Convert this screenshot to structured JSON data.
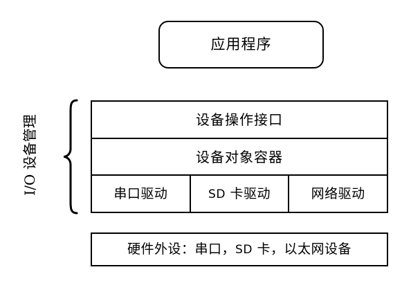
{
  "diagram": {
    "title_box": {
      "label": "应用程序"
    },
    "side_label": {
      "text": "I/O 设备管理"
    },
    "brace": {
      "icon": "curly-brace-left"
    },
    "layers": [
      {
        "label": "设备操作接口"
      },
      {
        "label": "设备对象容器"
      }
    ],
    "drivers": [
      {
        "label": "串口驱动"
      },
      {
        "prefix": "SD",
        "label": "卡驱动"
      },
      {
        "label": "网络驱动"
      }
    ],
    "hardware_box": {
      "prefix": "硬件外设：串口，",
      "latin": "SD",
      "suffix": "卡，以太网设备"
    },
    "colors": {
      "stroke": "#000000",
      "background": "#ffffff",
      "text": "#000000"
    }
  }
}
